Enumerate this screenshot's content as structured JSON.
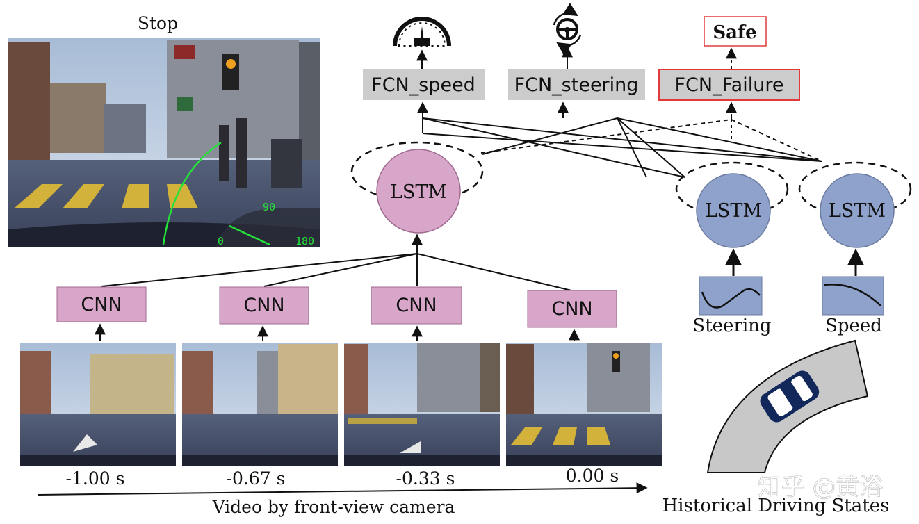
{
  "main_frame": {
    "label": "Stop",
    "hud_angle_90": "90",
    "hud_angle_0": "0",
    "hud_angle_180": "180"
  },
  "outputs": {
    "speed_head": "FCN_speed",
    "steering_head": "FCN_steering",
    "failure_head": "FCN_Failure",
    "failure_result": "Safe",
    "speed_icon": "speedometer-icon",
    "steering_icon": "steering-wheel-icon"
  },
  "nodes": {
    "video_lstm": "LSTM",
    "steering_lstm": "LSTM",
    "speed_lstm": "LSTM",
    "cnn": "CNN"
  },
  "frames": [
    {
      "time": "-1.00 s"
    },
    {
      "time": "-0.67 s"
    },
    {
      "time": "-0.33 s"
    },
    {
      "time": "0.00 s"
    }
  ],
  "signals": {
    "steering": "Steering",
    "speed": "Speed"
  },
  "captions": {
    "video": "Video by front-view camera",
    "history": "Historical Driving States"
  },
  "watermark": "知乎 @黄浴",
  "colors": {
    "pink_fill": "#d8a6c8",
    "blue_fill": "#8fa2cc",
    "grey_fill": "#cccccc",
    "failure_border": "#e23a3a",
    "safe_text": "#1f8a1f",
    "stop_text": "#2a2ad8",
    "hud_green": "#25e23a",
    "car_blue": "#12285a",
    "road_grey": "#c8c8c8"
  }
}
